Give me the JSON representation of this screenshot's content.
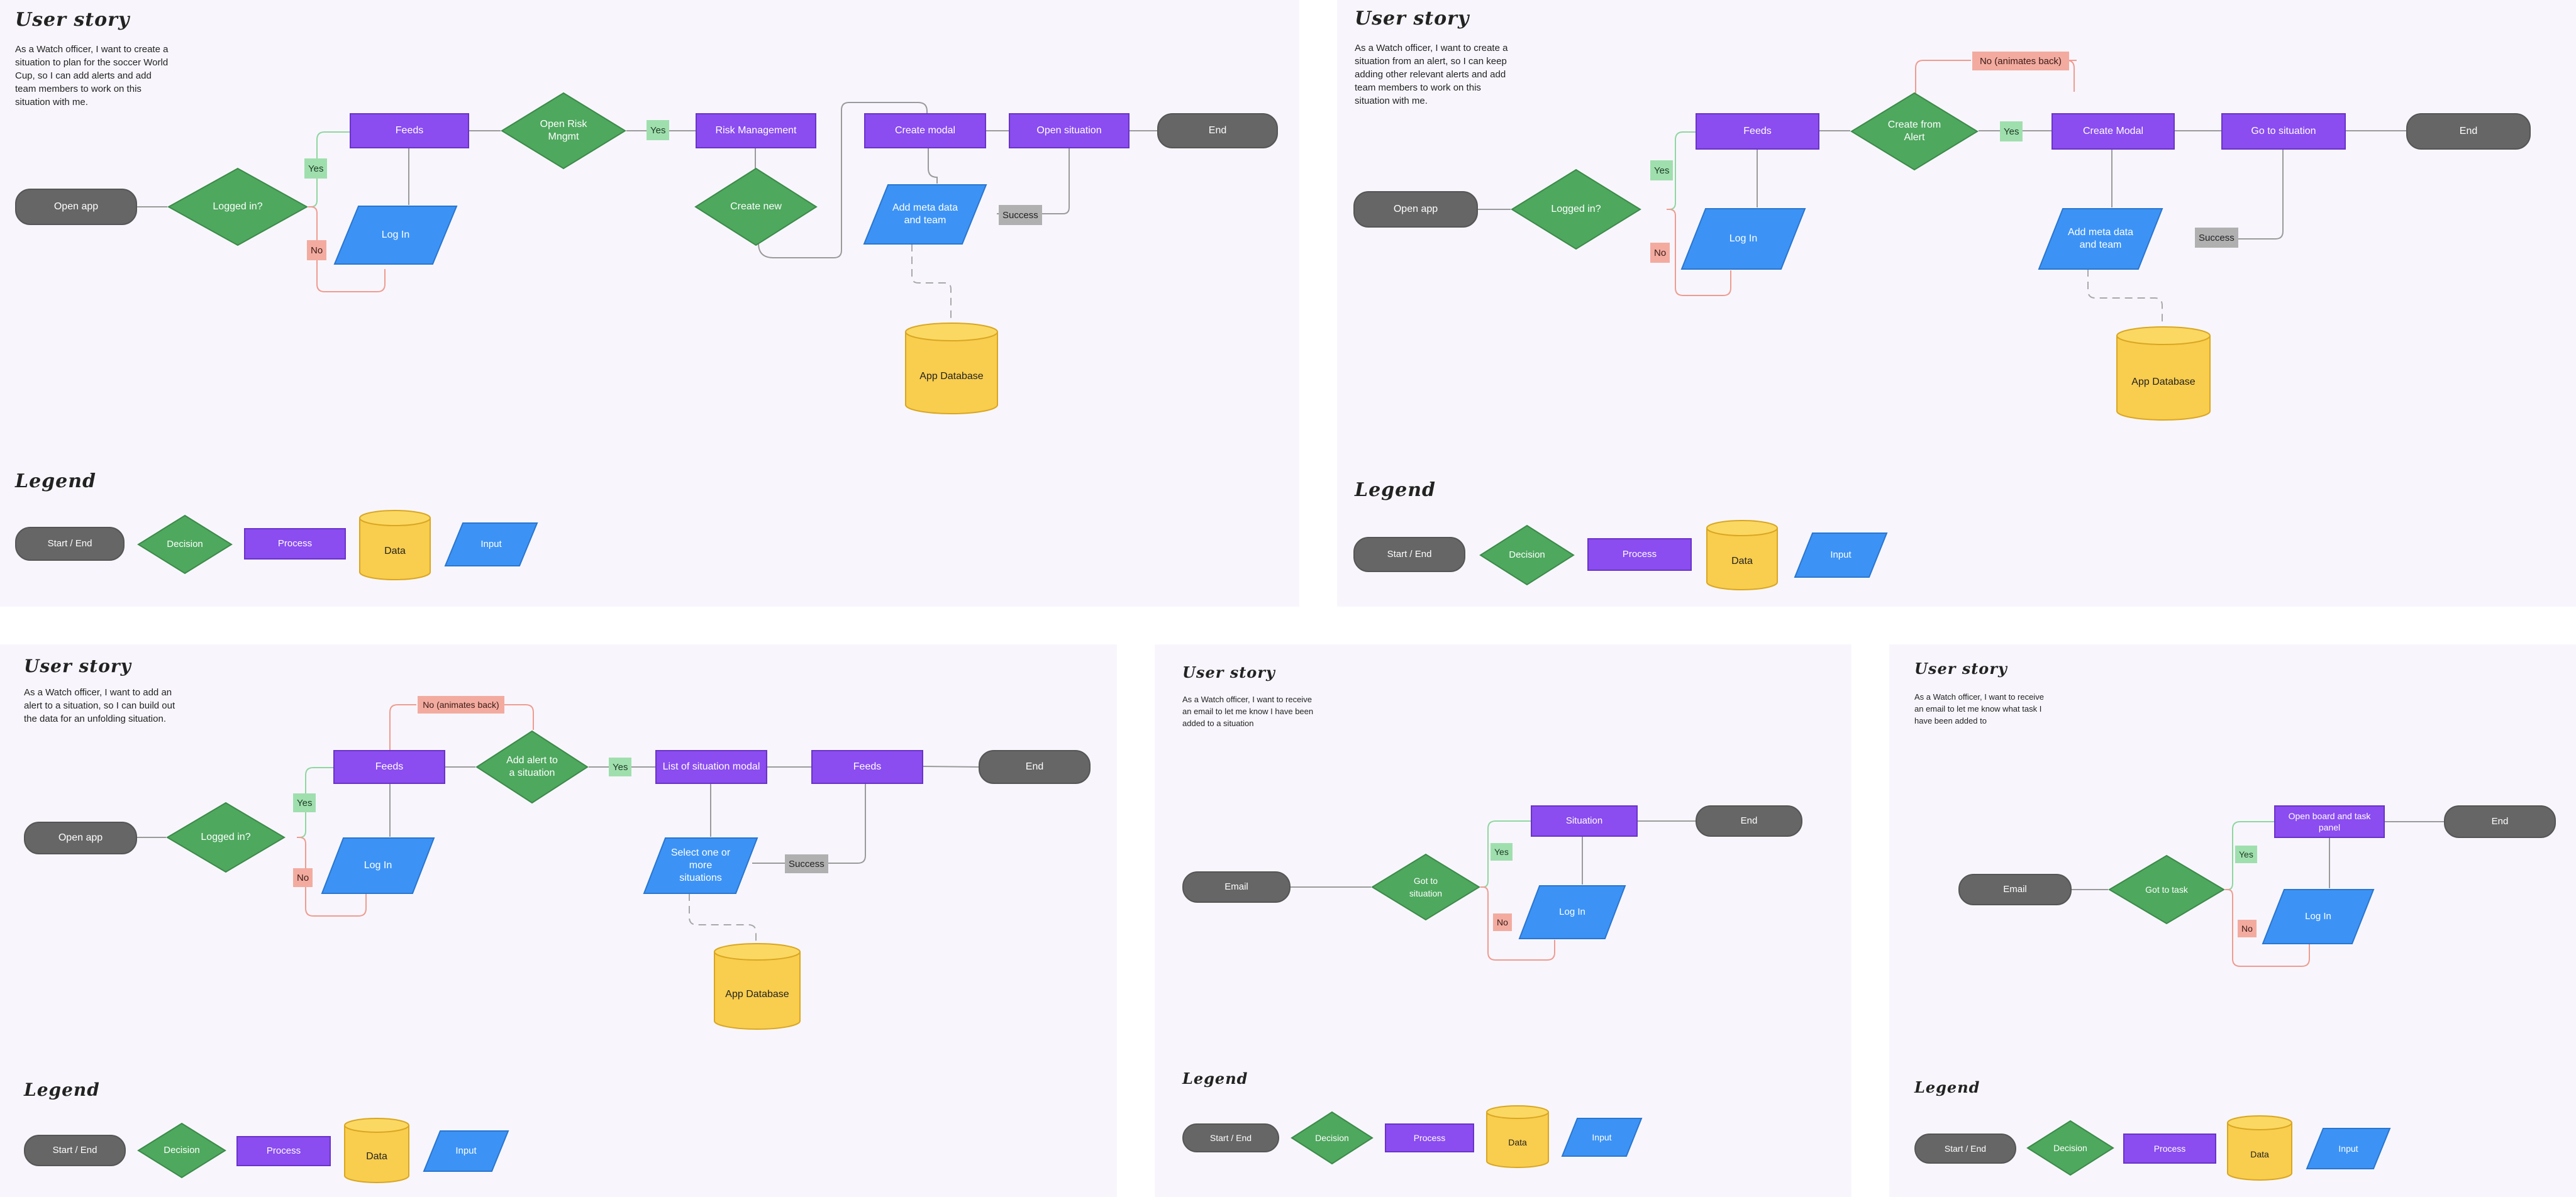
{
  "colors": {
    "terminal": "#666666",
    "decision": "#4ea85e",
    "process": "#8b4cf0",
    "data": "#f9cd4d",
    "input": "#3c93f5",
    "yes_tag": "#9fdfae",
    "no_tag": "#f3aba0",
    "success_tag": "#b0b0b0",
    "board": "#f8f6fc"
  },
  "common": {
    "heading_user_story": "User story",
    "heading_legend": "Legend",
    "legend": {
      "start_end": "Start / End",
      "decision": "Decision",
      "process": "Process",
      "data": "Data",
      "input": "Input"
    },
    "yes": "Yes",
    "no": "No",
    "success": "Success",
    "end": "End",
    "log_in": "Log In",
    "feeds": "Feeds",
    "logged_in": "Logged in?",
    "open_app": "Open app",
    "app_database": "App Database",
    "no_animates_back": "No (animates back)",
    "email": "Email"
  },
  "boards": [
    {
      "story": "As a Watch officer, I want to create a\nsituation to plan for the soccer World\nCup, so I can add alerts and add\nteam members to work on this\nsituation with me.",
      "nodes": {
        "open_risk": "Open Risk\nMngmt",
        "risk_management": "Risk Management",
        "create_new": "Create new",
        "create_modal": "Create modal",
        "add_meta": "Add meta data\nand team",
        "open_situation": "Open situation"
      }
    },
    {
      "story": "As a Watch officer, I want to create a\nsituation from an alert, so I can keep\nadding other relevant alerts and add\nteam members to work on this\nsituation with me.",
      "nodes": {
        "create_from_alert": "Create from\nAlert",
        "create_modal": "Create Modal",
        "add_meta": "Add meta data\nand team",
        "go_to_situation": "Go to situation"
      }
    },
    {
      "story": "As a Watch officer, I want to add an\nalert to a situation, so I can build out\nthe data for an unfolding situation.",
      "nodes": {
        "add_alert": "Add alert to\na situation",
        "list_modal": "List of situation modal",
        "select_situations": "Select one or\nmore\nsituations"
      }
    },
    {
      "story": "As a Watch officer, I want to receive\nan email to let me know I have been\nadded to a situation",
      "nodes": {
        "got_to_situation": "Got to\nsituation",
        "situation": "Situation"
      }
    },
    {
      "story": "As a Watch officer, I want to receive\nan email to let me know what task I\nhave been added to",
      "nodes": {
        "got_to_task": "Got to task",
        "open_board": "Open board and task\npanel"
      }
    }
  ]
}
